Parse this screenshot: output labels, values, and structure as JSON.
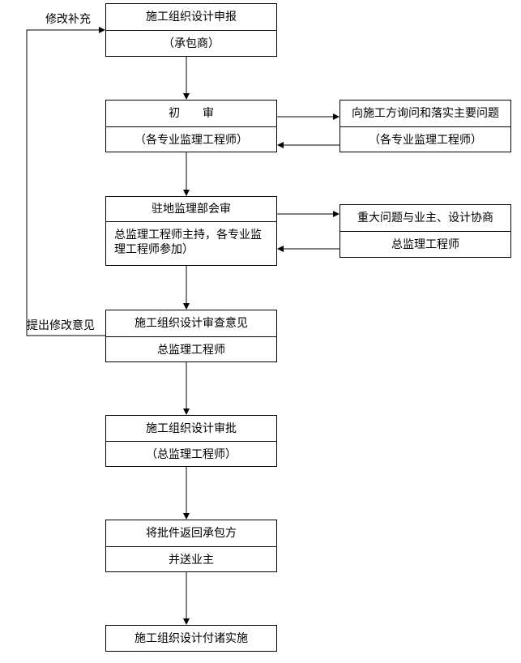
{
  "nodes": {
    "n1": {
      "top": "施工组织设计申报",
      "bottom": "（承包商）"
    },
    "n2": {
      "top": "初　　审",
      "bottom": "（各专业监理工程师）"
    },
    "n3": {
      "top": "驻地监理部会审",
      "bottom": "总监理工程师主持，各专业监理工程师参加）"
    },
    "n4": {
      "top": "施工组织设计审查意见",
      "bottom": "总监理工程师"
    },
    "n5": {
      "top": "施工组织设计审批",
      "bottom": "（总监理工程师）"
    },
    "n6": {
      "top": "将批件返回承包方",
      "bottom": "并送业主"
    },
    "n7": {
      "top": "施工组织设计付诸实施"
    }
  },
  "side": {
    "s1": {
      "top": "向施工方询问和落实主要问题",
      "bottom": "（各专业监理工程师）"
    },
    "s2": {
      "top": "重大问题与业主、设计协商",
      "bottom": "总监理工程师"
    }
  },
  "notes": {
    "feedback_top": "修改补充",
    "feedback_bottom": "提出修改意见"
  }
}
